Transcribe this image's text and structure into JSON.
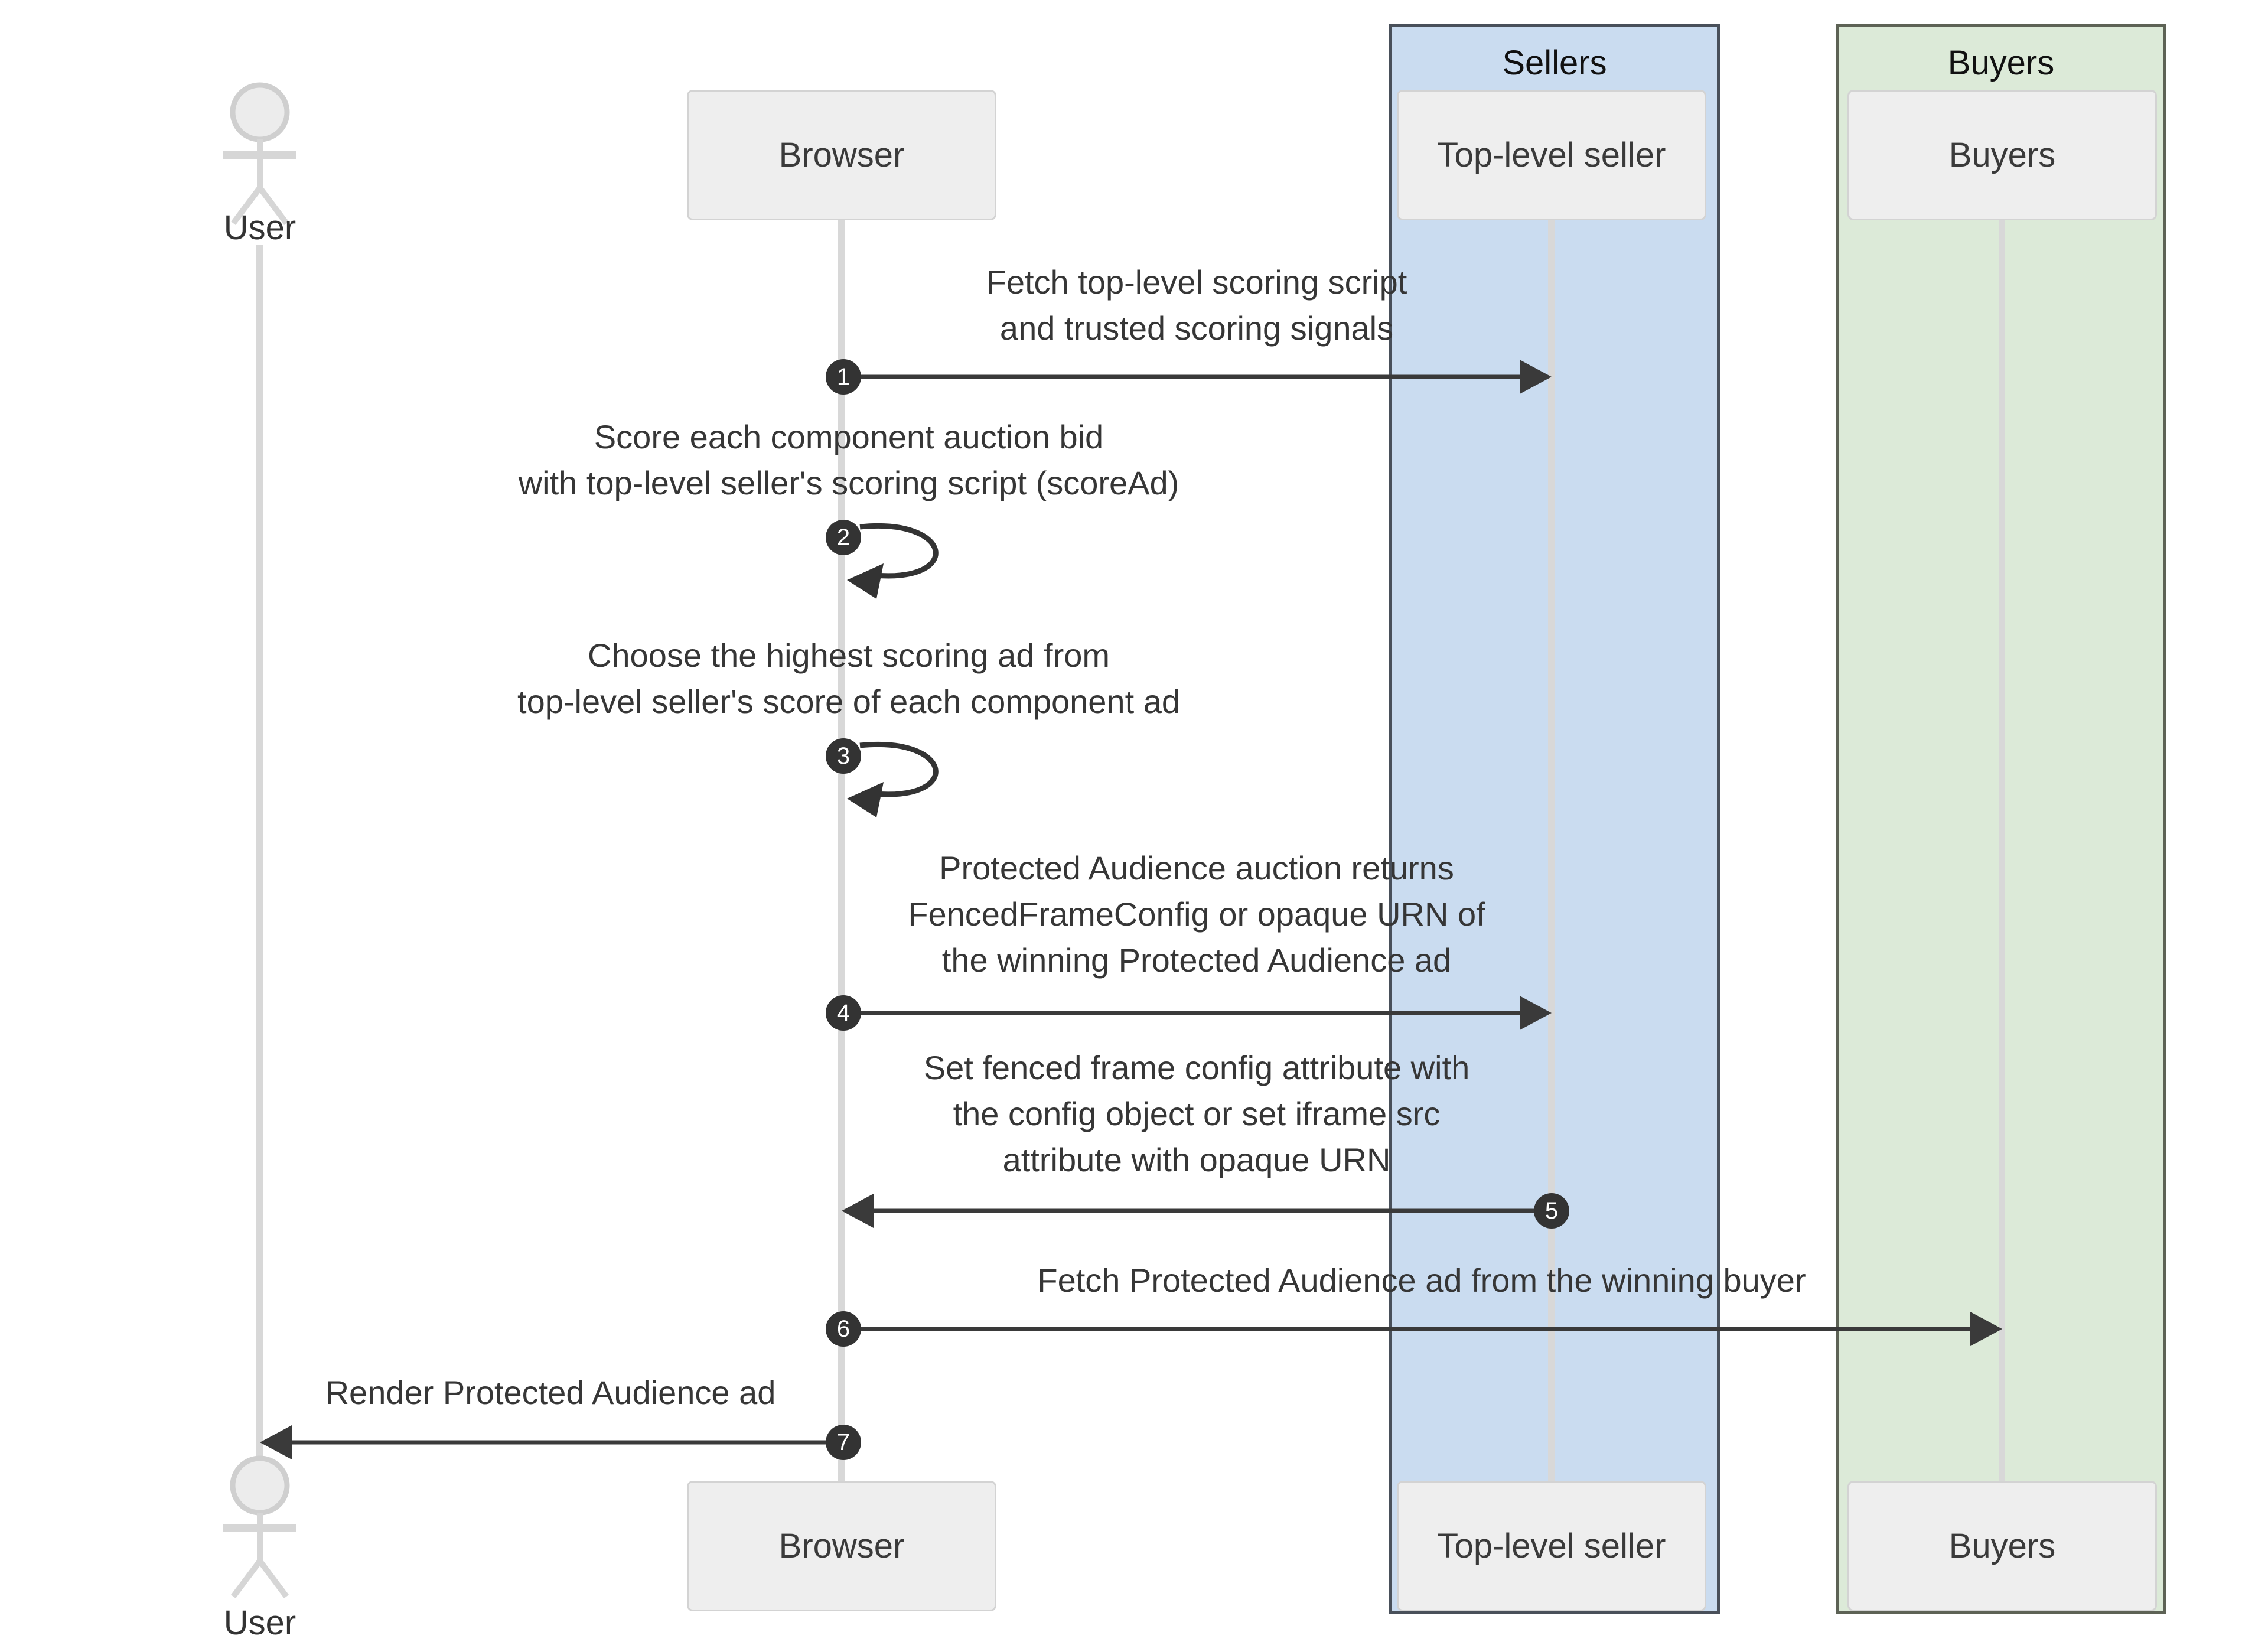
{
  "diagram_type": "sequence",
  "groups": {
    "sellers": {
      "label": "Sellers",
      "fill": "#cadcf0"
    },
    "buyers": {
      "label": "Buyers",
      "fill": "#dcead8"
    }
  },
  "actors": {
    "user_top": {
      "label": "User"
    },
    "user_bottom": {
      "label": "User"
    }
  },
  "participants": {
    "browser_top": {
      "label": "Browser"
    },
    "seller_top": {
      "label": "Top-level seller"
    },
    "buyers_top": {
      "label": "Buyers"
    },
    "browser_bottom": {
      "label": "Browser"
    },
    "seller_bottom": {
      "label": "Top-level seller"
    },
    "buyers_bottom": {
      "label": "Buyers"
    }
  },
  "messages": [
    {
      "num": "1",
      "from": "Browser",
      "to": "Top-level seller",
      "kind": "arrow-right",
      "text": "Fetch top-level scoring script\nand trusted scoring signals"
    },
    {
      "num": "2",
      "from": "Browser",
      "to": "Browser",
      "kind": "self-loop",
      "text": "Score each component auction bid\nwith top-level seller's scoring script (scoreAd)"
    },
    {
      "num": "3",
      "from": "Browser",
      "to": "Browser",
      "kind": "self-loop",
      "text": "Choose the highest scoring ad from\ntop-level seller's score of each component ad"
    },
    {
      "num": "4",
      "from": "Browser",
      "to": "Top-level seller",
      "kind": "arrow-right",
      "text": "Protected Audience auction returns\nFencedFrameConfig or opaque URN of\nthe winning Protected Audience ad"
    },
    {
      "num": "5",
      "from": "Top-level seller",
      "to": "Browser",
      "kind": "arrow-left",
      "text": "Set fenced frame config attribute with\nthe config object or set iframe src\nattribute with opaque URN"
    },
    {
      "num": "6",
      "from": "Browser",
      "to": "Buyers",
      "kind": "arrow-right",
      "text": "Fetch Protected Audience ad from the winning buyer"
    },
    {
      "num": "7",
      "from": "Browser",
      "to": "User",
      "kind": "arrow-left",
      "text": "Render Protected Audience ad"
    }
  ],
  "colors": {
    "sellers_group_fill": "#cadcf0",
    "buyers_group_fill": "#dcead8",
    "participant_box_fill": "#eeeeee",
    "participant_box_border": "#d3d3d3",
    "lifeline": "#d8d8d8",
    "arrow": "#3a3a3a",
    "number_badge_fill": "#333333",
    "number_badge_text": "#ffffff",
    "message_text": "#363636"
  }
}
